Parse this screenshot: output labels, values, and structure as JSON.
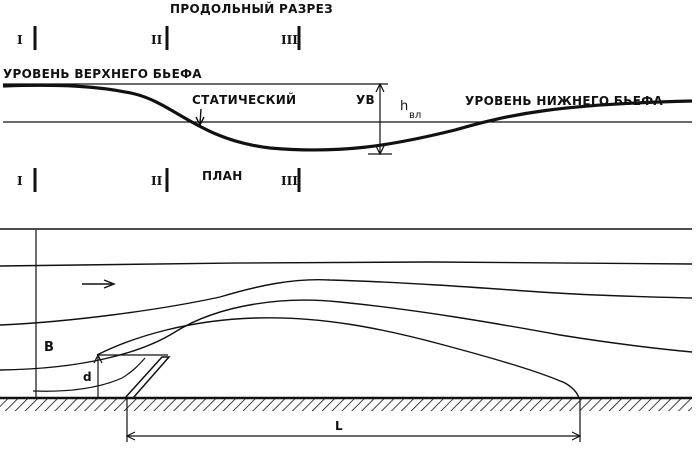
{
  "title": "ПРОДОЛЬНЫЙ РАЗРЕЗ",
  "section_marks": {
    "top": [
      "I",
      "II",
      "III"
    ],
    "bottom": [
      "I",
      "II",
      "III"
    ]
  },
  "profile_labels": {
    "upper_level": "УРОВЕНЬ ВЕРХНЕГО БЬЕФА",
    "static": "СТАТИЧЕСКИЙ",
    "uv": "УВ",
    "h": "h",
    "h_sub": "вл",
    "lower_level": "УРОВЕНЬ НИЖНЕГО БЬЕФА"
  },
  "plan_label": "ПЛАН",
  "dimension_labels": {
    "B": "B",
    "d": "d",
    "L": "L"
  }
}
